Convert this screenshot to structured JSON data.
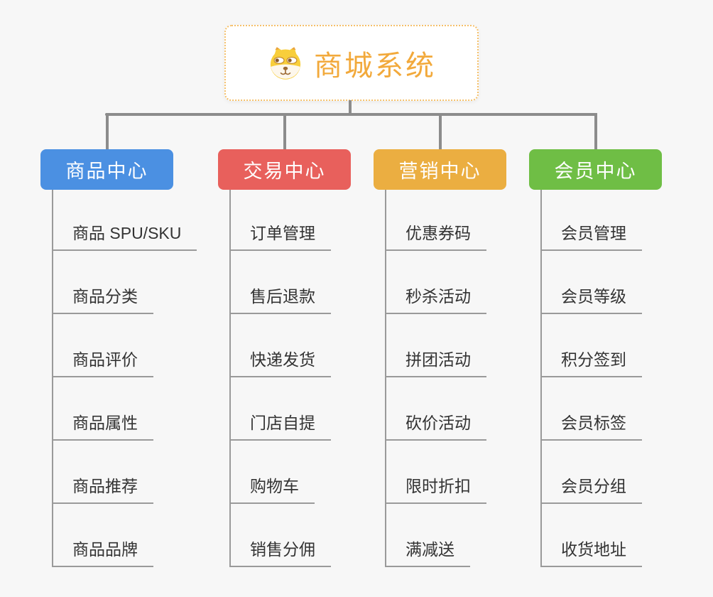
{
  "root": {
    "title": "商城系统",
    "icon": "dog-face-icon",
    "title_color": "#F2A93B",
    "border_color": "#F5C06A"
  },
  "connector_color": "#8C8C8C",
  "branches": [
    {
      "label": "商品中心",
      "color": "#4B90E2",
      "children": [
        "商品 SPU/SKU",
        "商品分类",
        "商品评价",
        "商品属性",
        "商品推荐",
        "商品品牌"
      ]
    },
    {
      "label": "交易中心",
      "color": "#E8605C",
      "children": [
        "订单管理",
        "售后退款",
        "快递发货",
        "门店自提",
        "购物车",
        "销售分佣"
      ]
    },
    {
      "label": "营销中心",
      "color": "#EBAE41",
      "children": [
        "优惠券码",
        "秒杀活动",
        "拼团活动",
        "砍价活动",
        "限时折扣",
        "满减送"
      ]
    },
    {
      "label": "会员中心",
      "color": "#6FBE45",
      "children": [
        "会员管理",
        "会员等级",
        "积分签到",
        "会员标签",
        "会员分组",
        "收货地址"
      ]
    }
  ]
}
